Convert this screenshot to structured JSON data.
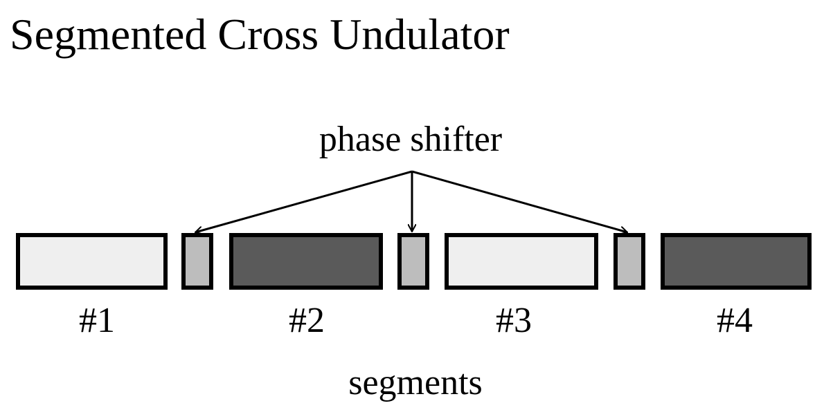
{
  "title": "Segmented Cross Undulator",
  "phase_shifter_label": "phase shifter",
  "segments_label": "segments",
  "segments": [
    {
      "label": "#1",
      "color": "#efefef"
    },
    {
      "label": "#2",
      "color": "#5a5a5a"
    },
    {
      "label": "#3",
      "color": "#efefef"
    },
    {
      "label": "#4",
      "color": "#5a5a5a"
    }
  ],
  "phase_shifter_color": "#bdbdbd",
  "phase_shifter_count": 3
}
